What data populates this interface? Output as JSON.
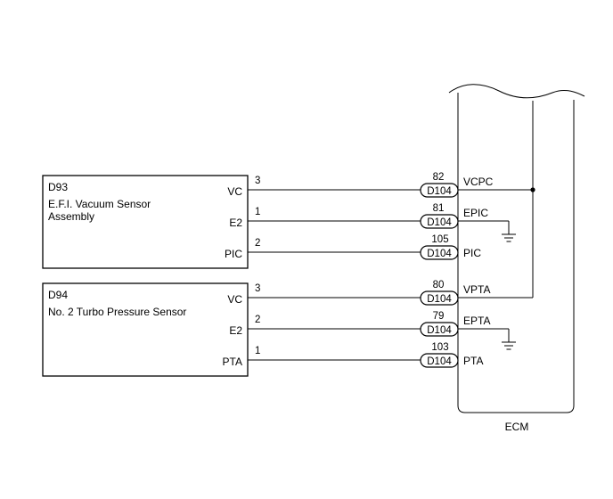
{
  "ecm": {
    "label": "ECM"
  },
  "d93": {
    "code": "D93",
    "name_line1": "E.F.I. Vacuum Sensor",
    "name_line2": "Assembly",
    "pins": [
      {
        "terminal": "VC",
        "pin": "3",
        "ecm_pin": "82",
        "connector": "D104",
        "ecm_terminal": "VCPC"
      },
      {
        "terminal": "E2",
        "pin": "1",
        "ecm_pin": "81",
        "connector": "D104",
        "ecm_terminal": "EPIC"
      },
      {
        "terminal": "PIC",
        "pin": "2",
        "ecm_pin": "105",
        "connector": "D104",
        "ecm_terminal": "PIC"
      }
    ]
  },
  "d94": {
    "code": "D94",
    "name_line1": "No. 2 Turbo Pressure Sensor",
    "pins": [
      {
        "terminal": "VC",
        "pin": "3",
        "ecm_pin": "80",
        "connector": "D104",
        "ecm_terminal": "VPTA"
      },
      {
        "terminal": "E2",
        "pin": "2",
        "ecm_pin": "79",
        "connector": "D104",
        "ecm_terminal": "EPTA"
      },
      {
        "terminal": "PTA",
        "pin": "1",
        "ecm_pin": "103",
        "connector": "D104",
        "ecm_terminal": "PTA"
      }
    ]
  }
}
